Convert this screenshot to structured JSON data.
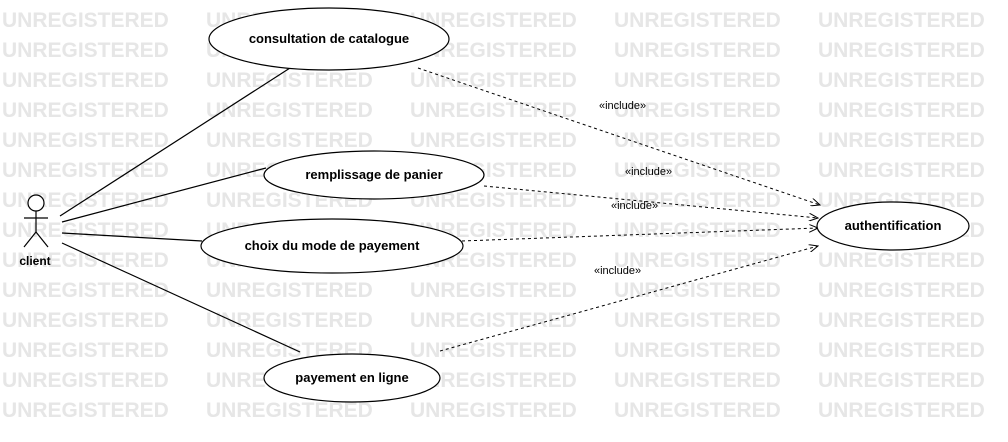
{
  "watermark": {
    "text": "UNREGISTERED"
  },
  "actor": {
    "name": "client"
  },
  "use_cases": {
    "consultation": "consultation de catalogue",
    "panier": "remplissage de panier",
    "choix": "choix du mode de payement",
    "payement": "payement en ligne",
    "auth": "authentification"
  },
  "relations": {
    "include_1": "«include»",
    "include_2": "«include»",
    "include_3": "«include»",
    "include_4": "«include»"
  },
  "colors": {
    "line": "#000000",
    "watermark": "#e6e6e6",
    "fill": "#ffffff"
  }
}
